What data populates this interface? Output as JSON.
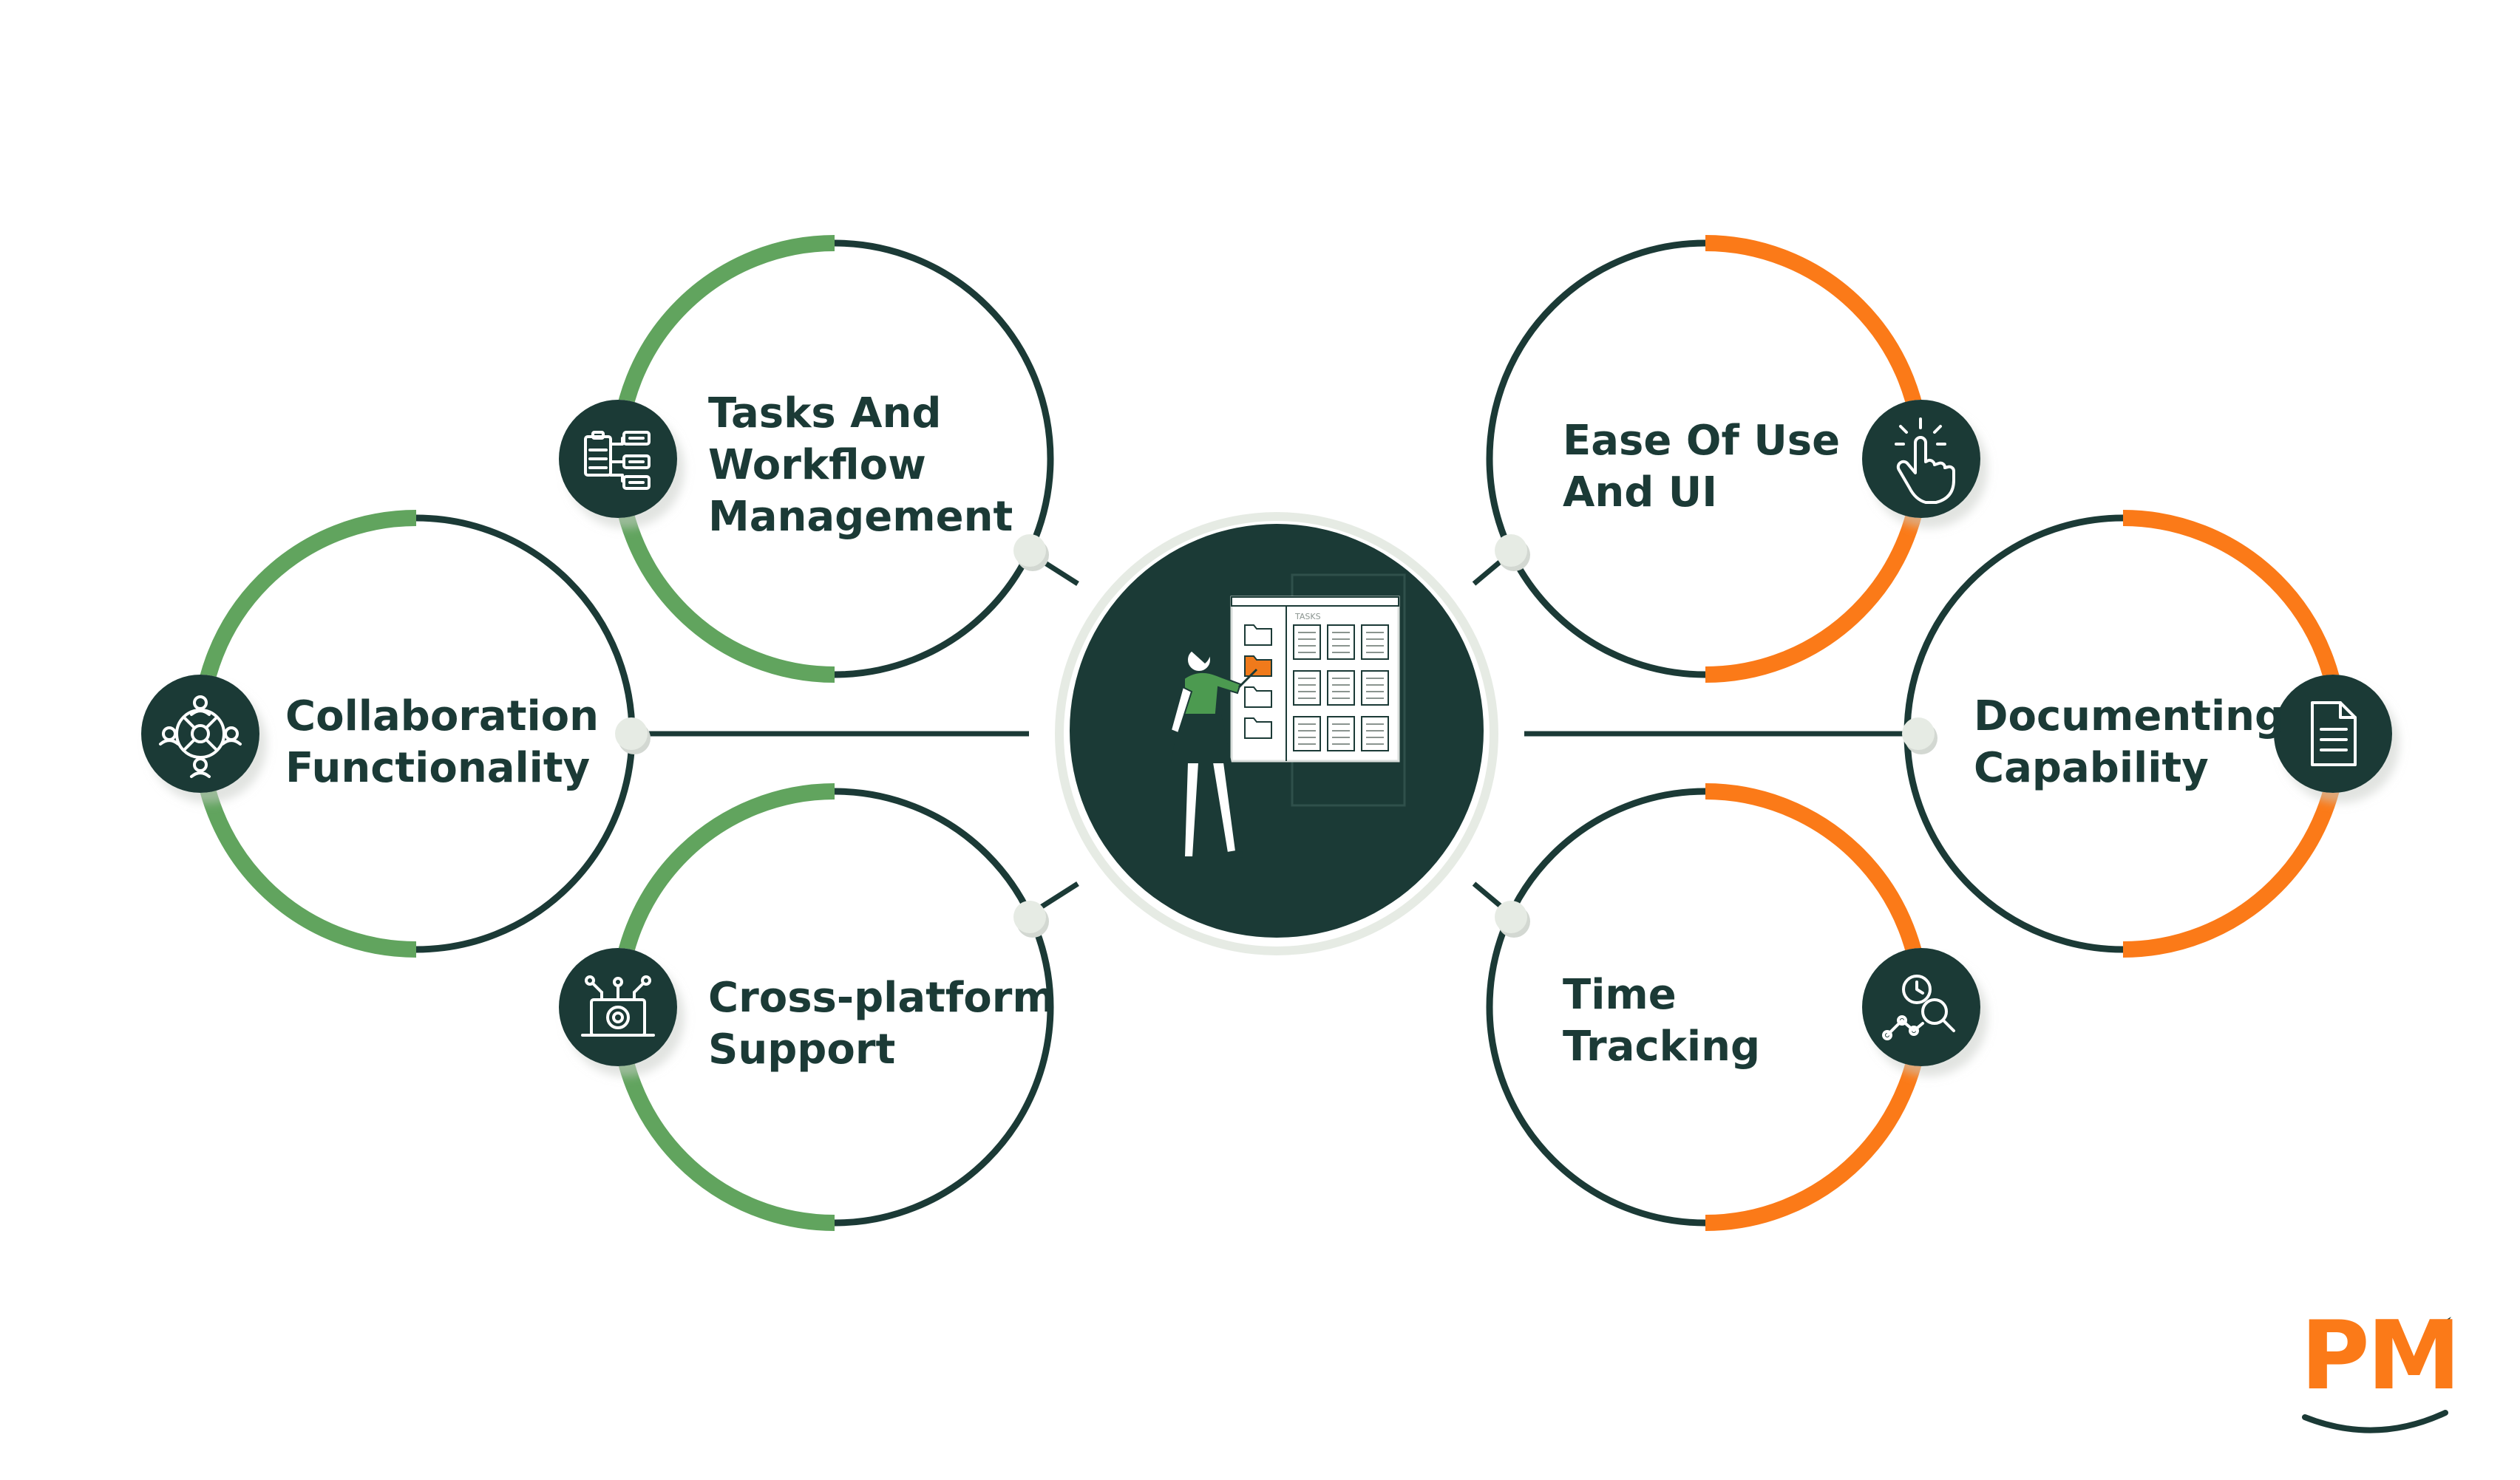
{
  "colors": {
    "dark": "#1b3a36",
    "green": "#61a45e",
    "orange": "#fb7a18",
    "connector": "#e6ebe4",
    "figure_shirt": "#4c9a50",
    "folder_orange": "#f07a1b",
    "logo_orange": "#fb7a18",
    "logo_dark": "#1b3a36"
  },
  "center": {
    "board_title": "TASKS",
    "icon": "task-board-illustration"
  },
  "features": [
    {
      "id": "tasks-workflow",
      "line1": "Tasks And",
      "line2": "Workflow",
      "line3": "Management",
      "icon": "workflow-clipboard-icon",
      "accent": "green"
    },
    {
      "id": "collaboration",
      "line1": "Collaboration",
      "line2": "Functionality",
      "icon": "team-network-icon",
      "accent": "green"
    },
    {
      "id": "cross-platform",
      "line1": "Cross-platform",
      "line2": "Support",
      "icon": "gear-circuit-icon",
      "accent": "green"
    },
    {
      "id": "ease-of-use",
      "line1": "Ease Of Use",
      "line2": "And UI",
      "icon": "tap-hand-icon",
      "accent": "orange"
    },
    {
      "id": "documenting",
      "line1": "Documenting",
      "line2": "Capability",
      "icon": "document-icon",
      "accent": "orange"
    },
    {
      "id": "time-tracking",
      "line1": "Time",
      "line2": "Tracking",
      "icon": "clock-analytics-icon",
      "accent": "orange"
    }
  ],
  "logo": {
    "text": "PM",
    "icon": "pm-logo-mark"
  }
}
